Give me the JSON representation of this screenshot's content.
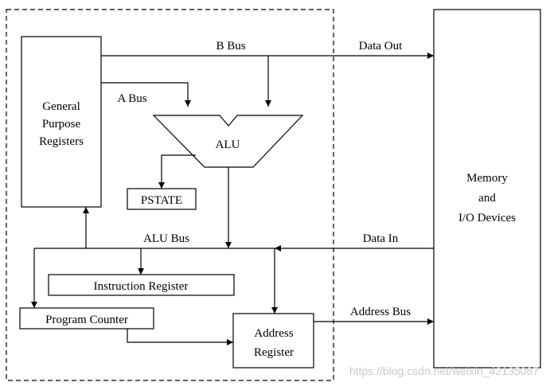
{
  "diagram": {
    "gpr_lines": [
      "General",
      "Purpose",
      "Registers"
    ],
    "b_bus": "B Bus",
    "a_bus": "A Bus",
    "alu": "ALU",
    "pstate": "PSTATE",
    "alu_bus": "ALU Bus",
    "instruction_register": "Instruction Register",
    "program_counter": "Program Counter",
    "address_register_lines": [
      "Address",
      "Register"
    ],
    "memory_lines": [
      "Memory",
      "and",
      "I/O Devices"
    ],
    "data_out": "Data Out",
    "data_in": "Data In",
    "address_bus": "Address Bus"
  },
  "watermark": "https://blog.csdn.net/weixin_42135087"
}
